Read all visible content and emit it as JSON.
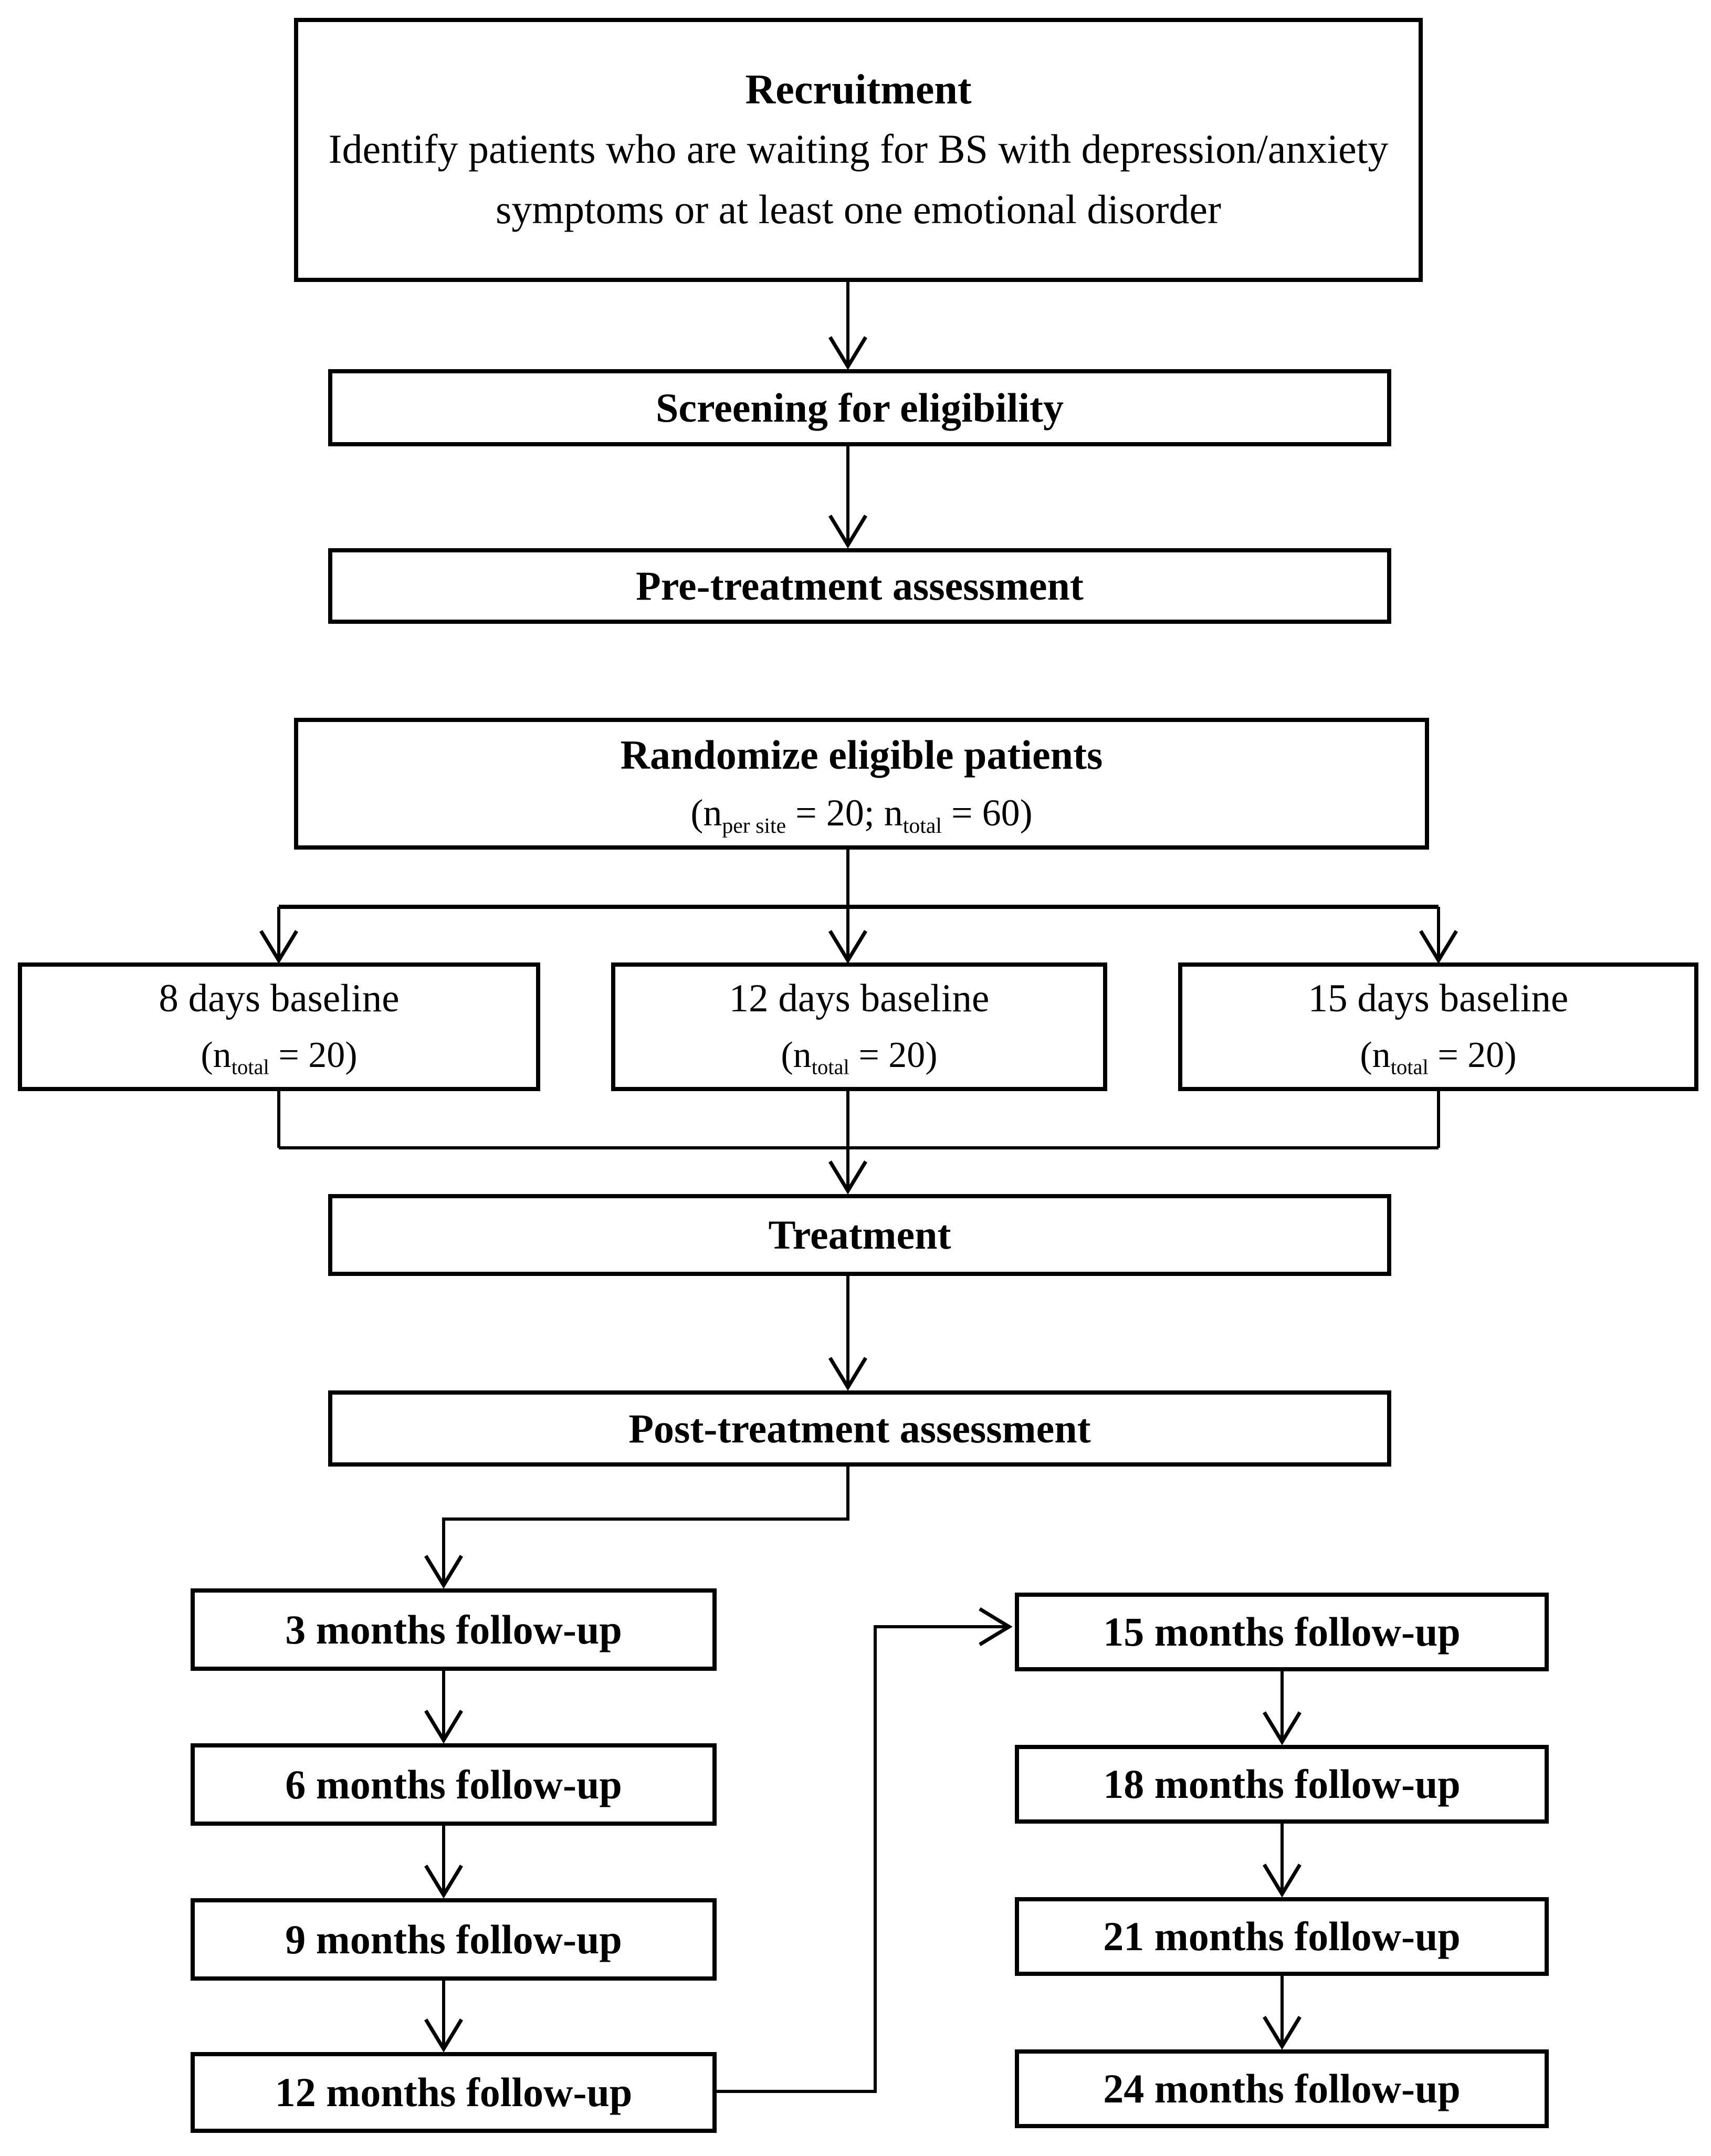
{
  "theme": {
    "ink": "#000000",
    "bg": "#ffffff"
  },
  "nodes": {
    "recruitment": {
      "title": "Recruitment",
      "body": "Identify patients who are waiting for BS with depression/anxiety symptoms or at least one emotional disorder"
    },
    "screening": {
      "label": "Screening for eligibility"
    },
    "pretreatment": {
      "label": "Pre-treatment assessment"
    },
    "randomize": {
      "title": "Randomize eligible patients",
      "stats": {
        "open": "(n",
        "sub1": "per site",
        "mid": " = 20; n",
        "sub2": "total",
        "close": " = 60)"
      }
    },
    "baselines": [
      {
        "title": "8 days baseline",
        "stats": {
          "open": "(n",
          "sub": "total",
          "close": " = 20)"
        }
      },
      {
        "title": "12 days baseline",
        "stats": {
          "open": "(n",
          "sub": "total",
          "close": " = 20)"
        }
      },
      {
        "title": "15 days baseline",
        "stats": {
          "open": "(n",
          "sub": "total",
          "close": " = 20)"
        }
      }
    ],
    "treatment": {
      "label": "Treatment"
    },
    "posttreatment": {
      "label": "Post-treatment assessment"
    },
    "followups_left": [
      {
        "label": "3 months follow-up"
      },
      {
        "label": "6 months follow-up"
      },
      {
        "label": "9 months follow-up"
      },
      {
        "label": "12 months follow-up"
      }
    ],
    "followups_right": [
      {
        "label": "15 months follow-up"
      },
      {
        "label": "18 months follow-up"
      },
      {
        "label": "21 months follow-up"
      },
      {
        "label": "24 months follow-up"
      }
    ]
  }
}
